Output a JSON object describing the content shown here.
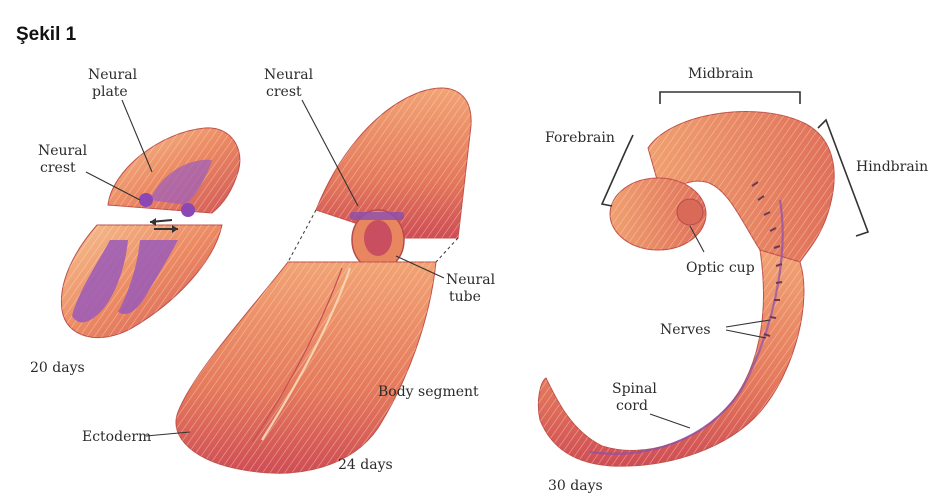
{
  "title": "Şekil 1",
  "stages": {
    "day20": {
      "caption": "20 days",
      "labels": {
        "neural_plate_1": "Neural",
        "neural_plate_2": "plate",
        "neural_crest_1": "Neural",
        "neural_crest_2": "crest"
      }
    },
    "day24": {
      "caption": "24 days",
      "labels": {
        "neural_crest_1": "Neural",
        "neural_crest_2": "crest",
        "neural_tube_1": "Neural",
        "neural_tube_2": "tube",
        "body_segment": "Body segment",
        "ectoderm": "Ectoderm"
      }
    },
    "day30": {
      "caption": "30 days",
      "labels": {
        "midbrain": "Midbrain",
        "forebrain": "Forebrain",
        "hindbrain": "Hindbrain",
        "optic_cup": "Optic cup",
        "nerves": "Nerves",
        "spinal_cord_1": "Spinal",
        "spinal_cord_2": "cord"
      }
    }
  },
  "colors": {
    "tissue_light": "#f3b07a",
    "tissue_mid": "#e9805e",
    "tissue_dark": "#c9474f",
    "neural_purple": "#8a4fb0",
    "ink": "#2b2b2b"
  }
}
